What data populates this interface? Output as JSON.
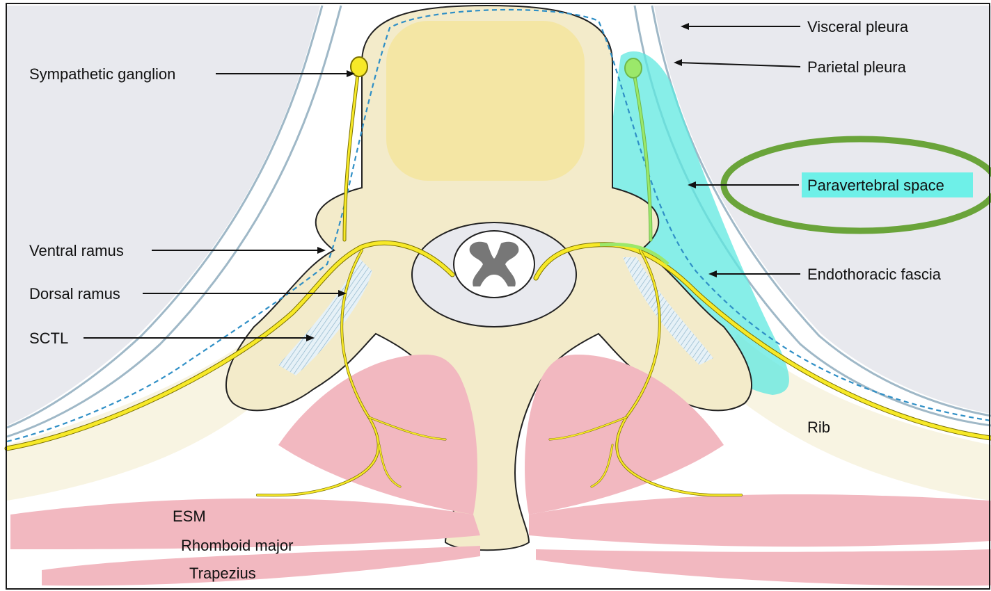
{
  "labels": {
    "visceral_pleura": "Visceral pleura",
    "parietal_pleura": "Parietal pleura",
    "sympathetic_ganglion": "Sympathetic ganglion",
    "paravertebral_space": "Paravertebral space",
    "ventral_ramus": "Ventral ramus",
    "endothoracic_fascia": "Endothoracic fascia",
    "dorsal_ramus": "Dorsal ramus",
    "sctl": "SCTL",
    "rib": "Rib",
    "esm": "ESM",
    "rhomboid_major": "Rhomboid major",
    "trapezius": "Trapezius"
  },
  "colors": {
    "lung": "#e8e9ee",
    "pleura_line": "#9fb8c7",
    "pleural_space": "#ffffff",
    "bone": "#f3ebca",
    "vertebral_body_core": "#f4e5a0",
    "muscle": "#f2b8c0",
    "nerve": "#f7e928",
    "nerve_outline": "#7a7000",
    "endothoracic_fascia": "#2f8fc6",
    "paravertebral_highlight": "#5fe8e0",
    "green_nerve": "#9be86a",
    "annotation_ring": "#6aa43a",
    "spinal_cord": "#ffffff",
    "grey_matter": "#777777",
    "ligament": "#cfe3ee"
  }
}
